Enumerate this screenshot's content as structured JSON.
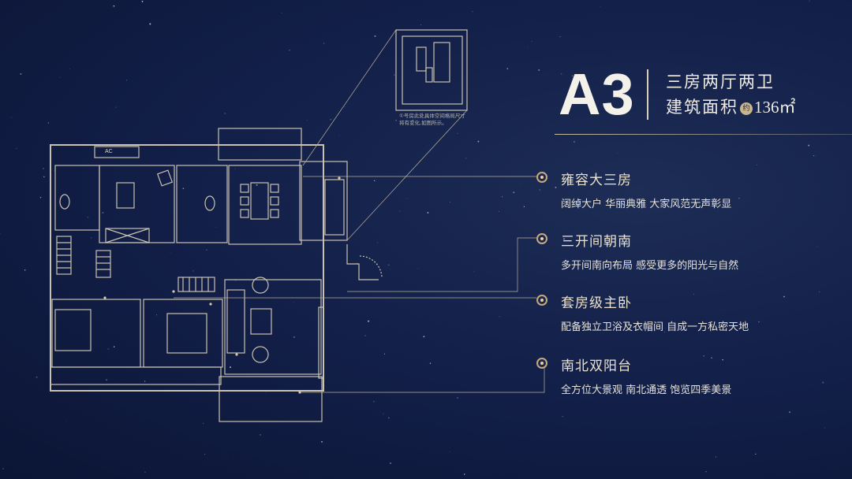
{
  "unit": {
    "code": "A3",
    "layout": "三房两厅两卫",
    "area_label": "建筑面积",
    "area_badge": "约",
    "area_value": "136㎡"
  },
  "features": [
    {
      "title": "雍容大三房",
      "desc": "阔绰大户 华丽典雅 大家风范无声彰显"
    },
    {
      "title": "三开间朝南",
      "desc": "多开间南向布局 感受更多的阳光与自然"
    },
    {
      "title": "套房级主卧",
      "desc": "配备独立卫浴及衣帽间 自成一方私密天地"
    },
    {
      "title": "南北双阳台",
      "desc": "全方位大景观 南北通透 饱览四季美景"
    }
  ],
  "plan": {
    "inset_note": "①号房此处具体空间格局尺寸将有变化,如图所示。",
    "ac_label": "AC"
  },
  "colors": {
    "background": "#13204a",
    "plan_line": "#c9c2b0",
    "accent": "#c9a97a"
  }
}
